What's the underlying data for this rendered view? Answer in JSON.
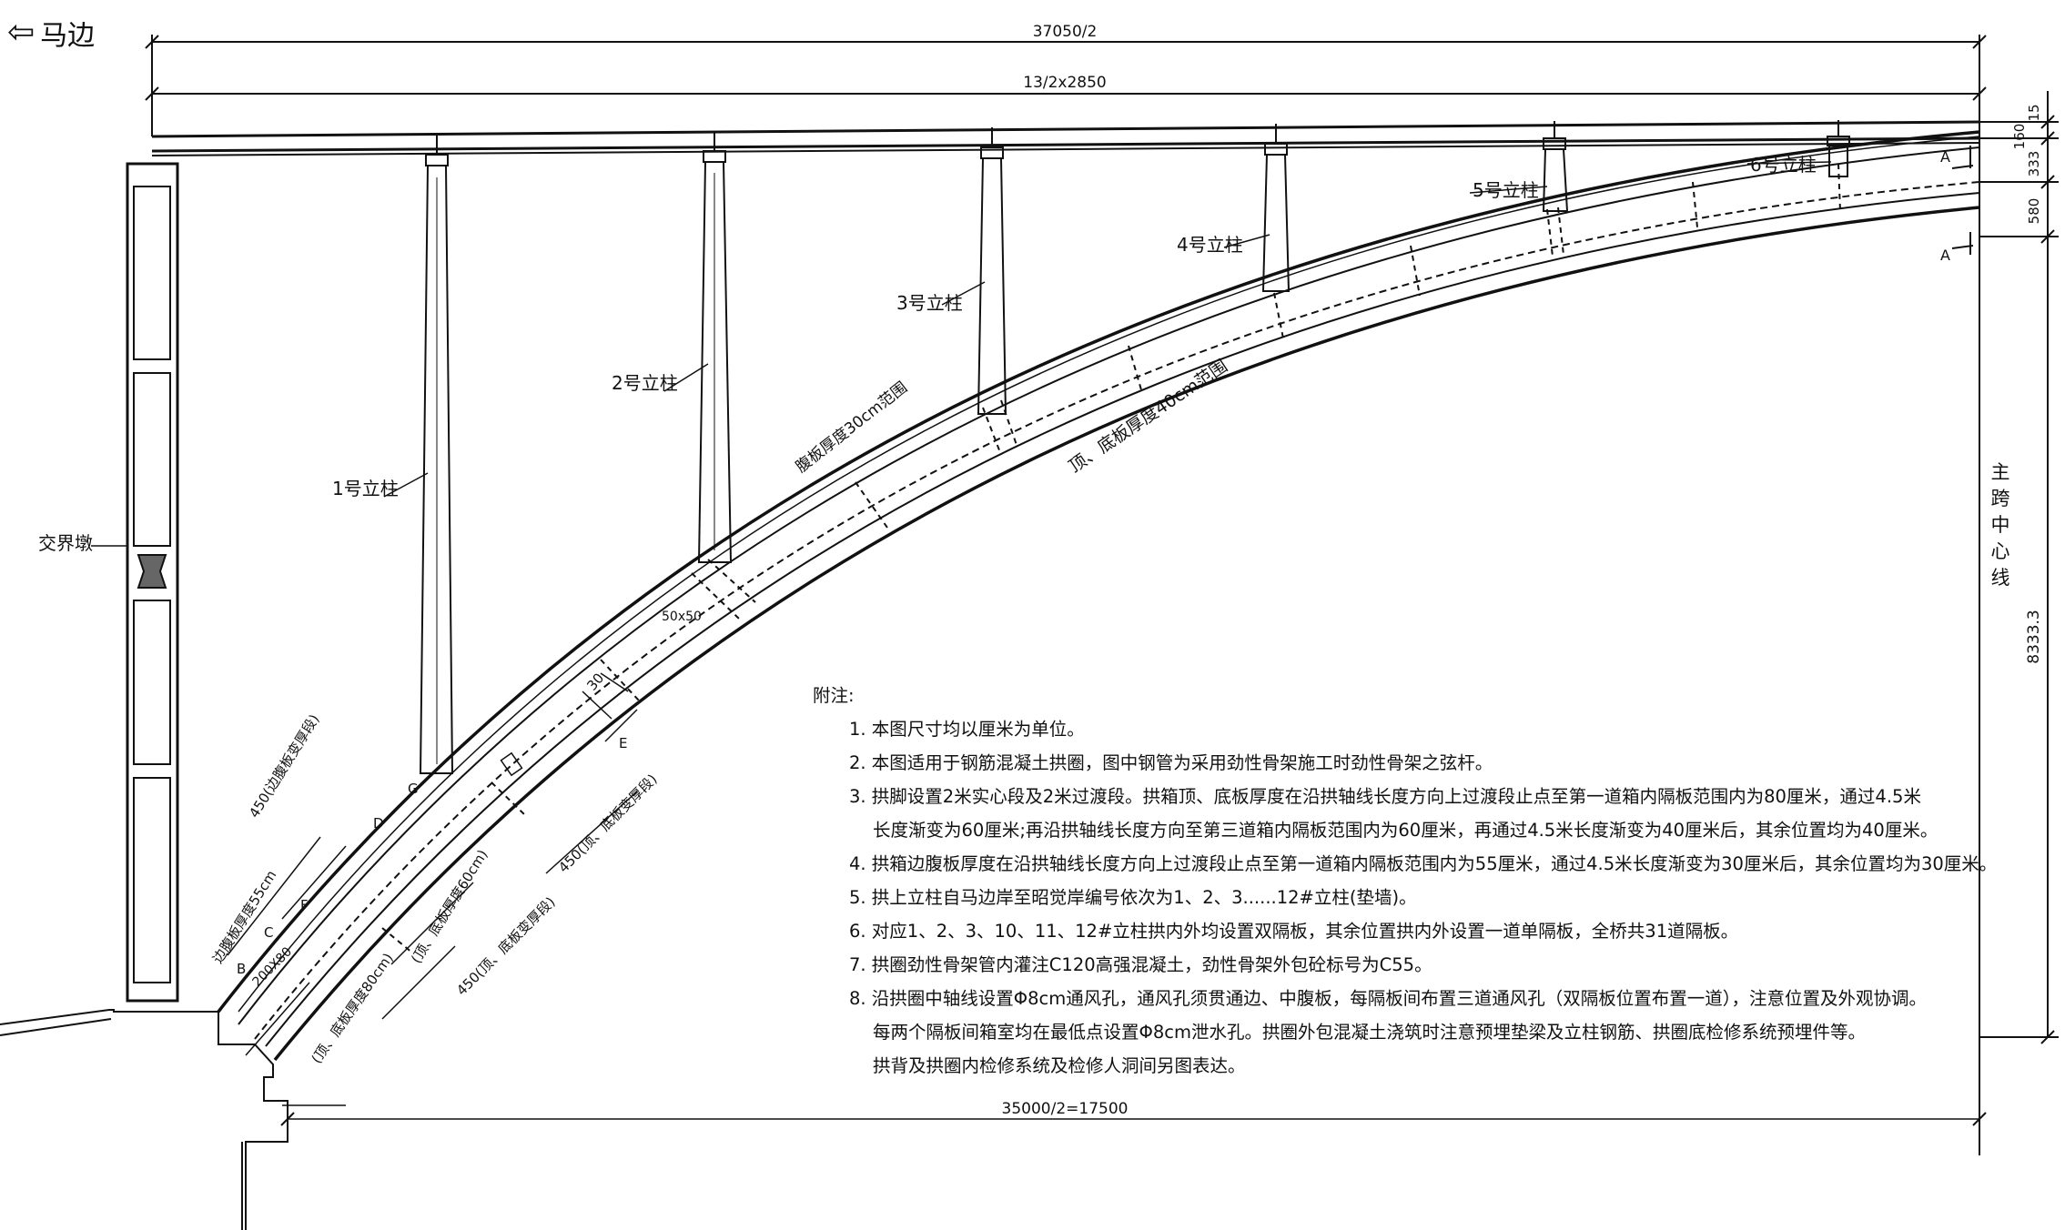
{
  "nav": {
    "back_label": "马边"
  },
  "dimensions": {
    "top_total": "37050/2",
    "top_spans": "13/2x2850",
    "bottom_total": "35000/2=17500",
    "right_15": "15",
    "right_160": "160",
    "right_333": "333",
    "right_580": "580",
    "right_height": "8333.3"
  },
  "labels": {
    "pier": "交界墩",
    "col1": "1号立柱",
    "col2": "2号立柱",
    "col3": "3号立柱",
    "col4": "4号立柱",
    "col5": "5号立柱",
    "col6": "6号立柱",
    "web_thickness": "腹板厚度30cm范围",
    "top_bottom_thickness": "顶、底板厚度40cm范围",
    "main_span_center": "主跨中心线",
    "size_50x50": "50x50",
    "size_200x80": "200X80",
    "dim_30": "30",
    "seg_450_side": "450(边腹板变厚段)",
    "side_web_55": "边腹板厚度55cm",
    "seg_450_top_bottom_a": "450(顶、底板变厚段)",
    "top_bottom_60": "(顶、底板厚度60cm)",
    "seg_450_top_bottom_b": "450(顶、底板变厚段)",
    "top_bottom_80": "(顶、底板厚度80cm)",
    "sec_A": "A",
    "sec_B": "B",
    "sec_C": "C",
    "sec_D": "D",
    "sec_E": "E",
    "sec_F": "F",
    "sec_G": "G"
  },
  "notes": {
    "title": "附注:",
    "items": [
      "1. 本图尺寸均以厘米为单位。",
      "2. 本图适用于钢筋混凝土拱圈，图中钢管为采用劲性骨架施工时劲性骨架之弦杆。",
      "3. 拱脚设置2米实心段及2米过渡段。拱箱顶、底板厚度在沿拱轴线长度方向上过渡段止点至第一道箱内隔板范围内为80厘米，通过4.5米",
      "长度渐变为60厘米;再沿拱轴线长度方向至第三道箱内隔板范围内为60厘米，再通过4.5米长度渐变为40厘米后，其余位置均为40厘米。",
      "4. 拱箱边腹板厚度在沿拱轴线长度方向上过渡段止点至第一道箱内隔板范围内为55厘米，通过4.5米长度渐变为30厘米后，其余位置均为30厘米。",
      "5. 拱上立柱自马边岸至昭觉岸编号依次为1、2、3......12#立柱(垫墙)。",
      "6. 对应1、2、3、10、11、12#立柱拱内外均设置双隔板，其余位置拱内外设置一道单隔板，全桥共31道隔板。",
      "7. 拱圈劲性骨架管内灌注C120高强混凝土，劲性骨架外包砼标号为C55。",
      "8. 沿拱圈中轴线设置Φ8cm通风孔，通风孔须贯通边、中腹板，每隔板间布置三道通风孔（双隔板位置布置一道），注意位置及外观协调。",
      "每两个隔板间箱室均在最低点设置Φ8cm泄水孔。拱圈外包混凝土浇筑时注意预埋垫梁及立柱钢筋、拱圈底检修系统预埋件等。",
      "拱背及拱圈内检修系统及检修人洞间另图表达。"
    ]
  }
}
